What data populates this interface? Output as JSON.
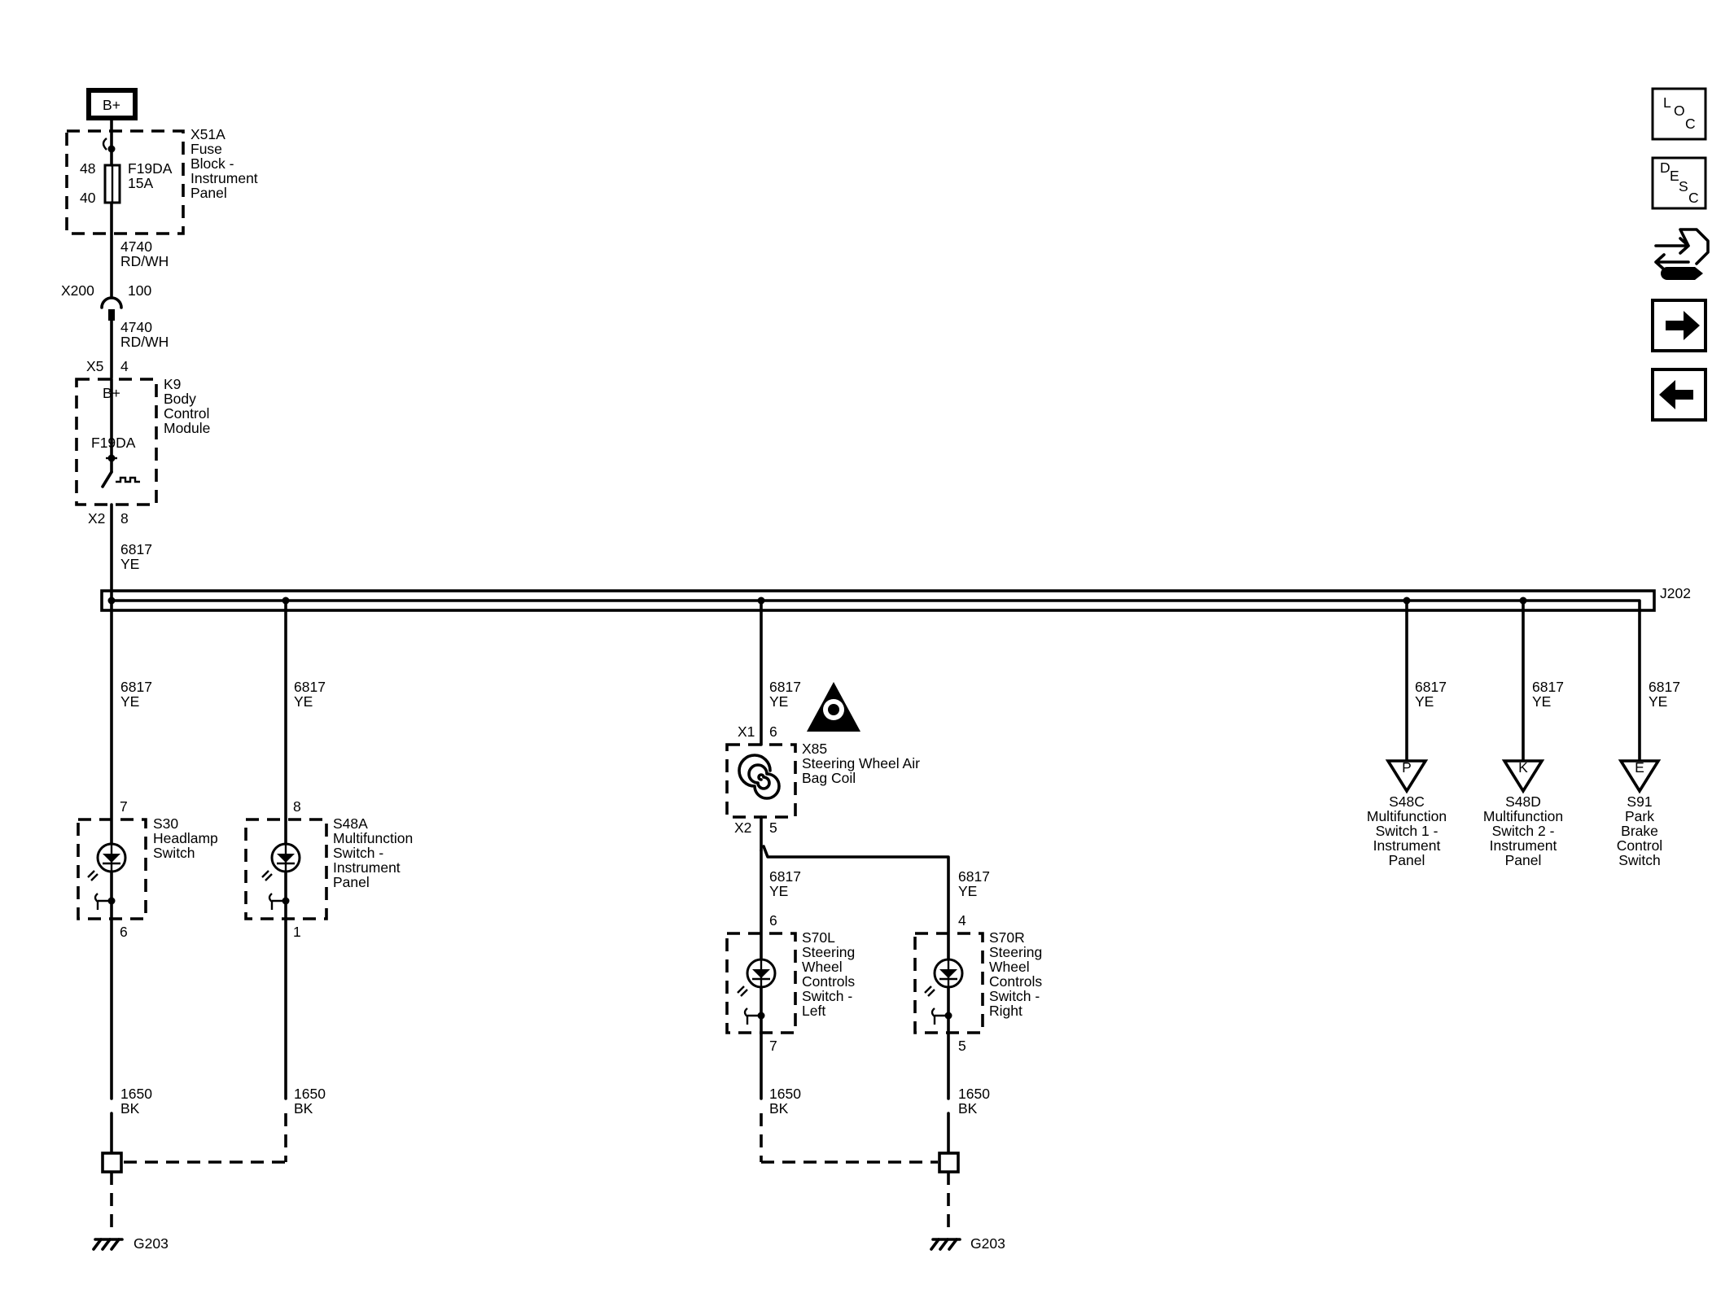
{
  "power": {
    "battery_label": "B+"
  },
  "fuse_block": {
    "id": "X51A",
    "name_lines": [
      "Fuse",
      "Block -",
      "Instrument",
      "Panel"
    ],
    "fuse_id": "F19DA",
    "fuse_rating": "15A",
    "pin_in": "48",
    "pin_out": "40"
  },
  "wire_4740_a": {
    "circuit": "4740",
    "color": "RD/WH"
  },
  "inline_x200": {
    "id": "X200",
    "pin": "100"
  },
  "wire_4740_b": {
    "circuit": "4740",
    "color": "RD/WH"
  },
  "bcm": {
    "conn_in": "X5",
    "pin_in": "4",
    "id": "K9",
    "name_lines": [
      "Body",
      "Control",
      "Module"
    ],
    "supply_label": "B+",
    "fuse_label": "F19DA",
    "conn_out": "X2",
    "pin_out": "8"
  },
  "wire_bus_feed": {
    "circuit": "6817",
    "color": "YE"
  },
  "bus": {
    "id": "J202"
  },
  "s30": {
    "wire": {
      "circuit": "6817",
      "color": "YE"
    },
    "pin_top": "7",
    "pin_bottom": "6",
    "id": "S30",
    "name_lines": [
      "Headlamp",
      "Switch"
    ],
    "ground_wire": {
      "circuit": "1650",
      "color": "BK"
    }
  },
  "s48a": {
    "wire": {
      "circuit": "6817",
      "color": "YE"
    },
    "pin_top": "8",
    "pin_bottom": "1",
    "id": "S48A",
    "name_lines": [
      "Multifunction",
      "Switch -",
      "Instrument",
      "Panel"
    ],
    "ground_wire": {
      "circuit": "1650",
      "color": "BK"
    }
  },
  "x85": {
    "wire": {
      "circuit": "6817",
      "color": "YE"
    },
    "conn_in": "X1",
    "pin_in": "6",
    "id": "X85",
    "name_lines": [
      "Steering Wheel Air",
      "Bag Coil"
    ],
    "conn_out": "X2",
    "pin_out": "5"
  },
  "s70l": {
    "wire": {
      "circuit": "6817",
      "color": "YE"
    },
    "pin_top": "6",
    "pin_bottom": "7",
    "id": "S70L",
    "name_lines": [
      "Steering",
      "Wheel",
      "Controls",
      "Switch -",
      "Left"
    ],
    "ground_wire": {
      "circuit": "1650",
      "color": "BK"
    }
  },
  "s70r": {
    "wire": {
      "circuit": "6817",
      "color": "YE"
    },
    "pin_top": "4",
    "pin_bottom": "5",
    "id": "S70R",
    "name_lines": [
      "Steering",
      "Wheel",
      "Controls",
      "Switch -",
      "Right"
    ],
    "ground_wire": {
      "circuit": "1650",
      "color": "BK"
    }
  },
  "ref_p": {
    "wire": {
      "circuit": "6817",
      "color": "YE"
    },
    "letter": "P",
    "id": "S48C",
    "name_lines": [
      "Multifunction",
      "Switch 1 -",
      "Instrument",
      "Panel"
    ]
  },
  "ref_k": {
    "wire": {
      "circuit": "6817",
      "color": "YE"
    },
    "letter": "K",
    "id": "S48D",
    "name_lines": [
      "Multifunction",
      "Switch 2 -",
      "Instrument",
      "Panel"
    ]
  },
  "ref_e": {
    "wire": {
      "circuit": "6817",
      "color": "YE"
    },
    "letter": "E",
    "id": "S91",
    "name_lines": [
      "Park",
      "Brake",
      "Control",
      "Switch"
    ]
  },
  "grounds": {
    "left": "G203",
    "right": "G203"
  },
  "nav": {
    "loc": [
      "L",
      "O",
      "C"
    ],
    "desc": [
      "D",
      "E",
      "S",
      "C"
    ],
    "icons": [
      "connector-service-icon",
      "next-arrow-icon",
      "back-arrow-icon"
    ]
  }
}
